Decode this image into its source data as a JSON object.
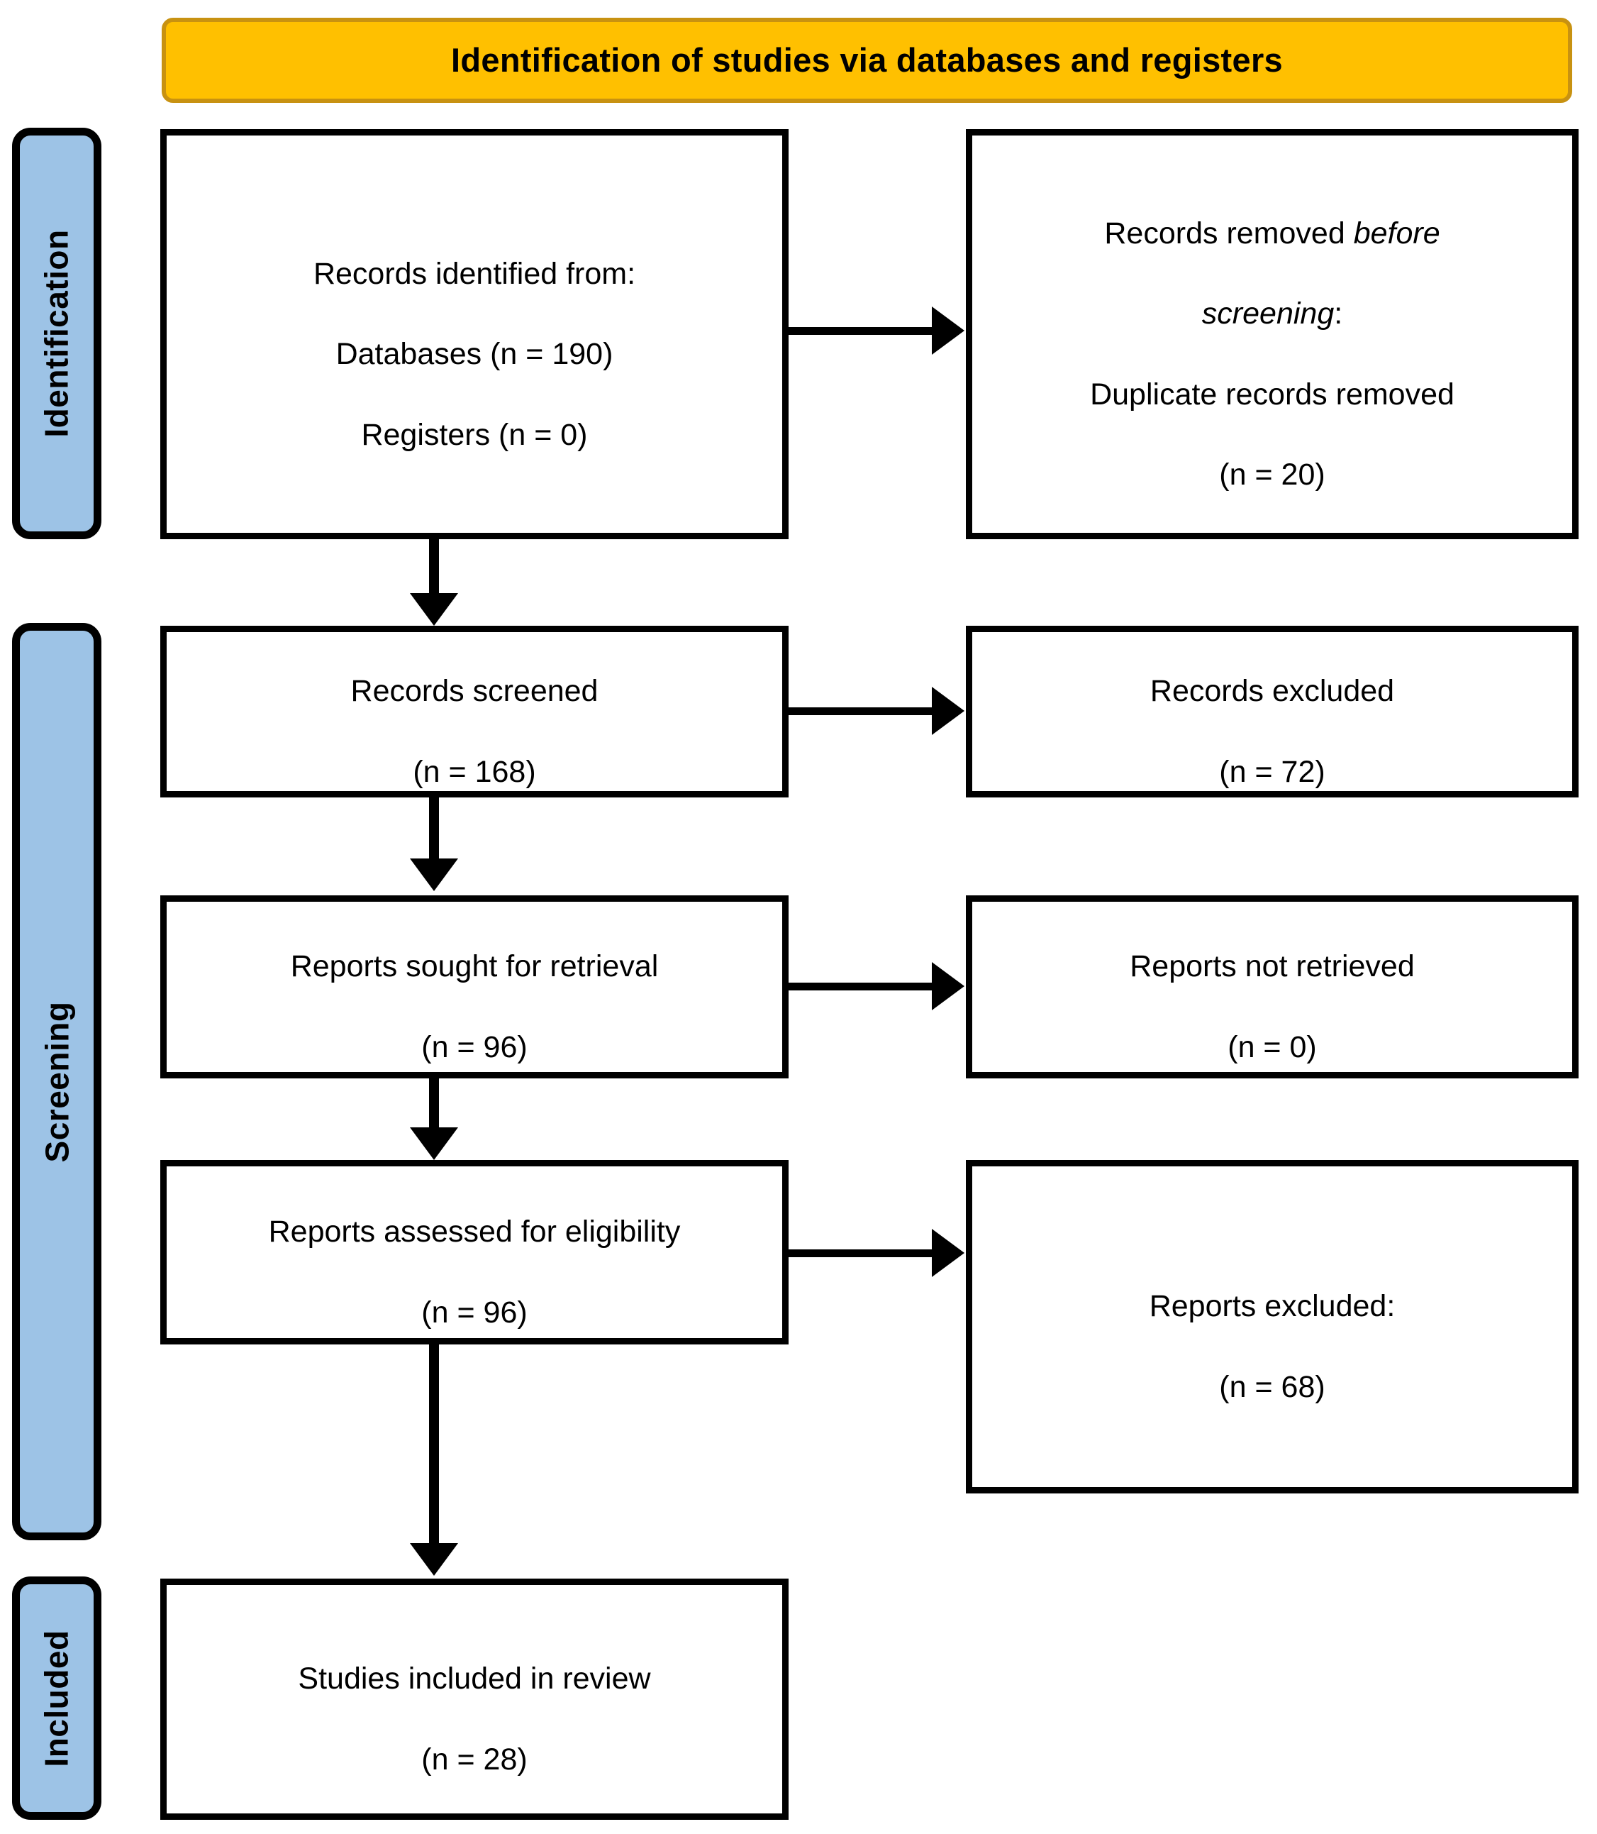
{
  "diagram": {
    "type": "PRISMA 2020 flow diagram",
    "banner_title": "Identification of studies via databases and registers",
    "colors": {
      "banner_fill": "#FFC000",
      "banner_border": "#C89211",
      "stage_fill": "#9DC3E6",
      "stage_border": "#000000",
      "box_border": "#000000",
      "box_fill": "#FFFFFF",
      "text": "#000000"
    }
  },
  "stages": [
    {
      "id": "identification",
      "label": "Identification"
    },
    {
      "id": "screening",
      "label": "Screening"
    },
    {
      "id": "included",
      "label": "Included"
    }
  ],
  "boxes": {
    "identified": {
      "line1": "Records identified from:",
      "line2": "Databases (n = 190)",
      "line3": "Registers (n = 0)"
    },
    "removed": {
      "lead": "Records removed ",
      "italic1": "before",
      "italic2": "screening",
      "colon": ":",
      "line3": "Duplicate records removed",
      "line4": "(n = 20)"
    },
    "screened": {
      "line1": "Records screened",
      "line2": "(n = 168)"
    },
    "excluded": {
      "line1": "Records excluded",
      "line2": "(n = 72)"
    },
    "sought": {
      "line1": "Reports sought for retrieval",
      "line2": "(n = 96)"
    },
    "not_retrieved": {
      "line1": "Reports not retrieved",
      "line2": "(n = 0)"
    },
    "assessed": {
      "line1": "Reports assessed for eligibility",
      "line2": "(n = 96)"
    },
    "reports_excluded": {
      "line1": "Reports excluded:",
      "line2": "(n = 68)"
    },
    "included": {
      "line1": "Studies included in review",
      "line2": "(n = 28)"
    }
  },
  "chart_data": {
    "type": "diagram",
    "title": "Identification of studies via databases and registers",
    "nodes": [
      {
        "id": "identified",
        "stage": "Identification",
        "column": "left",
        "label": "Records identified from: Databases (n = 190) Registers (n = 0)",
        "n_databases": 190,
        "n_registers": 0
      },
      {
        "id": "removed",
        "stage": "Identification",
        "column": "right",
        "label": "Records removed before screening: Duplicate records removed (n = 20)",
        "n": 20
      },
      {
        "id": "screened",
        "stage": "Screening",
        "column": "left",
        "label": "Records screened (n = 168)",
        "n": 168
      },
      {
        "id": "excluded",
        "stage": "Screening",
        "column": "right",
        "label": "Records excluded (n = 72)",
        "n": 72
      },
      {
        "id": "sought",
        "stage": "Screening",
        "column": "left",
        "label": "Reports sought for retrieval (n = 96)",
        "n": 96
      },
      {
        "id": "not_retrieved",
        "stage": "Screening",
        "column": "right",
        "label": "Reports not retrieved (n = 0)",
        "n": 0
      },
      {
        "id": "assessed",
        "stage": "Screening",
        "column": "left",
        "label": "Reports assessed for eligibility (n = 96)",
        "n": 96
      },
      {
        "id": "reports_excluded",
        "stage": "Screening",
        "column": "right",
        "label": "Reports excluded: (n = 68)",
        "n": 68
      },
      {
        "id": "included",
        "stage": "Included",
        "column": "left",
        "label": "Studies included in review (n = 28)",
        "n": 28
      }
    ],
    "edges": [
      {
        "from": "identified",
        "to": "removed",
        "direction": "horizontal"
      },
      {
        "from": "identified",
        "to": "screened",
        "direction": "vertical"
      },
      {
        "from": "screened",
        "to": "excluded",
        "direction": "horizontal"
      },
      {
        "from": "screened",
        "to": "sought",
        "direction": "vertical"
      },
      {
        "from": "sought",
        "to": "not_retrieved",
        "direction": "horizontal"
      },
      {
        "from": "sought",
        "to": "assessed",
        "direction": "vertical"
      },
      {
        "from": "assessed",
        "to": "reports_excluded",
        "direction": "horizontal"
      },
      {
        "from": "assessed",
        "to": "included",
        "direction": "vertical"
      }
    ]
  }
}
